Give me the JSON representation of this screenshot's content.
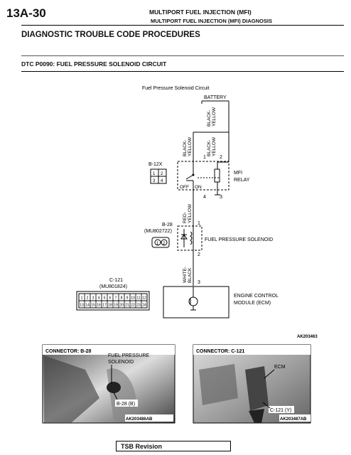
{
  "header": {
    "section_number": "13A-30",
    "line1": "MULTIPORT FUEL INJECTION (MFI)",
    "line2": "MULTIPORT FUEL INJECTION (MFI) DIAGNOSIS"
  },
  "page_title": "DIAGNOSTIC TROUBLE CODE PROCEDURES",
  "dtc_title": "DTC P0090: FUEL PRESSURE SOLENOID CIRCUIT",
  "diagram": {
    "title": "Fuel Pressure Solenoid Circuit",
    "battery": "BATTERY",
    "wire_black_yellow_top": "BLACK-\nYELLOW",
    "wire_black_yellow_left": "BLACK-\nYELLOW",
    "wire_black_yellow_right": "BLACK-\nYELLOW",
    "wire_red_yellow": "RED-\nYELLOW",
    "wire_white_black": "WHITE-\nBLACK",
    "relay_connector": "B-12X",
    "relay_pins_top": [
      "1",
      "2"
    ],
    "relay_pins_bottom": [
      "3",
      "4"
    ],
    "relay_label_1": "MFI",
    "relay_label_2": "RELAY",
    "off": "OFF",
    "on": "ON",
    "pin_1": "1",
    "pin_2": "2",
    "pin_3": "3",
    "pin_4": "4",
    "solenoid_connector": "B-28",
    "solenoid_connector_part": "(MU802722)",
    "solenoid_pins": [
      "1",
      "2"
    ],
    "solenoid_label": "FUEL PRESSURE SOLENOID",
    "ecm_connector": "C-121",
    "ecm_connector_part": "(MU801824)",
    "ecm_pins_top": [
      "1",
      "2",
      "3",
      "4",
      "5",
      "6",
      "7",
      "8",
      "9",
      "10",
      "11",
      "12"
    ],
    "ecm_pins_bottom": [
      "13",
      "14",
      "15",
      "16",
      "17",
      "18",
      "19",
      "20",
      "21",
      "22",
      "23",
      "24"
    ],
    "ecm_label_1": "ENGINE CONTROL",
    "ecm_label_2": "MODULE (ECM)",
    "figure_id": "AK203463"
  },
  "photo_left": {
    "title": "CONNECTOR: B-28",
    "callout_1": "FUEL PRESSURE",
    "callout_2": "SOLENOID",
    "callout_3": "B-28 (B)",
    "figure_id": "AK203486AB"
  },
  "photo_right": {
    "title": "CONNECTOR: C-121",
    "callout_1": "ECM",
    "callout_2": "C-121 (Y)",
    "figure_id": "AK203487AB"
  },
  "footer": {
    "label": "TSB Revision"
  }
}
